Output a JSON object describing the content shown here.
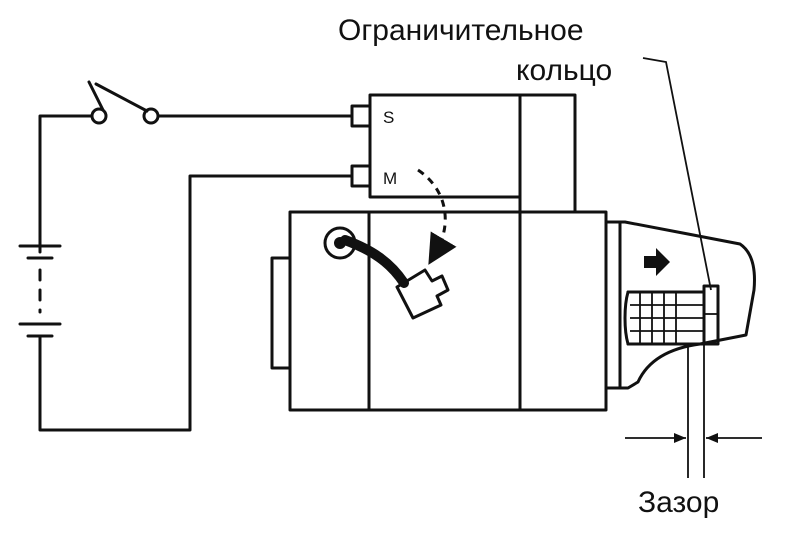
{
  "labels": {
    "stop_ring_line1": "Ограничительное",
    "stop_ring_line2": "кольцо",
    "gap": "Зазор",
    "terminal_s": "S",
    "terminal_m": "M"
  },
  "colors": {
    "ink": "#111111",
    "background": "#ffffff"
  }
}
